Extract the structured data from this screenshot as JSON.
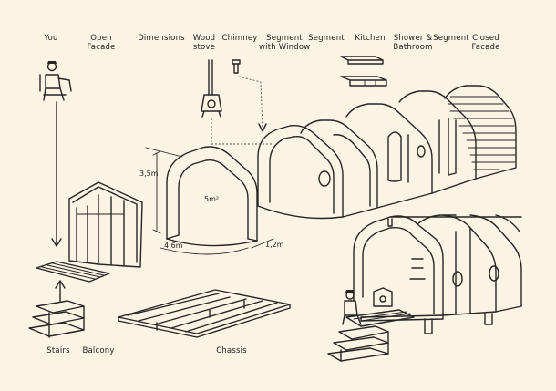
{
  "labels": {
    "you": "You",
    "open_facade": "Open\nFacade",
    "dimensions": "Dimensions",
    "wood_stove": "Wood\nstove",
    "chimney": "Chimney",
    "segment_with_window": "Segment\nwith Window",
    "segment_1": "Segment",
    "kitchen": "Kitchen",
    "shower_bathroom": "Shower &\nBathroom",
    "segment_2": "Segment",
    "closed_facade": "Closed\nFacade",
    "stairs": "Stairs",
    "balcony": "Balcony",
    "chassis": "Chassis"
  },
  "dimensions": {
    "height": "3,5m",
    "length": "4,6m",
    "depth": "1,2m",
    "area": "5m²"
  }
}
